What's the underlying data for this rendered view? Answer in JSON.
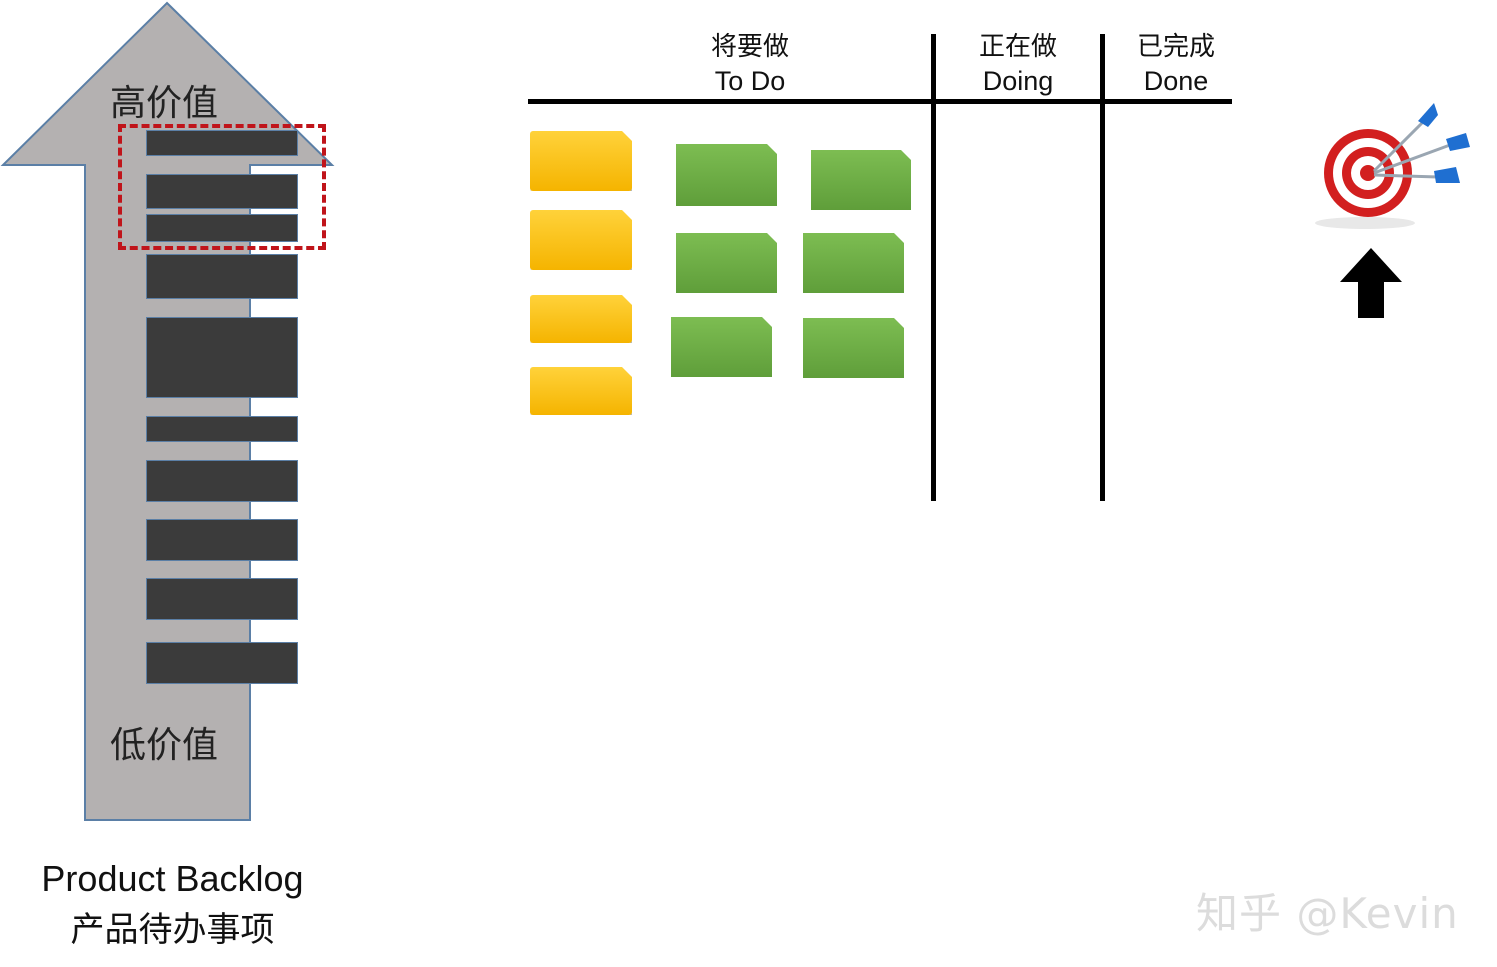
{
  "backlog": {
    "high_value_label": "高价值",
    "low_value_label": "低价值",
    "caption_en": "Product Backlog",
    "caption_zh": "产品待办事项"
  },
  "board": {
    "columns": [
      {
        "zh": "将要做",
        "en": "To Do"
      },
      {
        "zh": "正在做",
        "en": "Doing"
      },
      {
        "zh": "已完成",
        "en": "Done"
      }
    ]
  },
  "colors": {
    "arrow_fill": "#b4b1b1",
    "arrow_stroke": "#5b7fa6",
    "item_fill": "#3b3b3b",
    "selection_dash": "#c0141a",
    "yellow_card": "#f5b400",
    "green_card": "#6aab44"
  },
  "icons": {
    "goal": "target-with-darts-icon",
    "up_arrow": "up-arrow-icon"
  },
  "watermark": "知乎 @Kevin"
}
